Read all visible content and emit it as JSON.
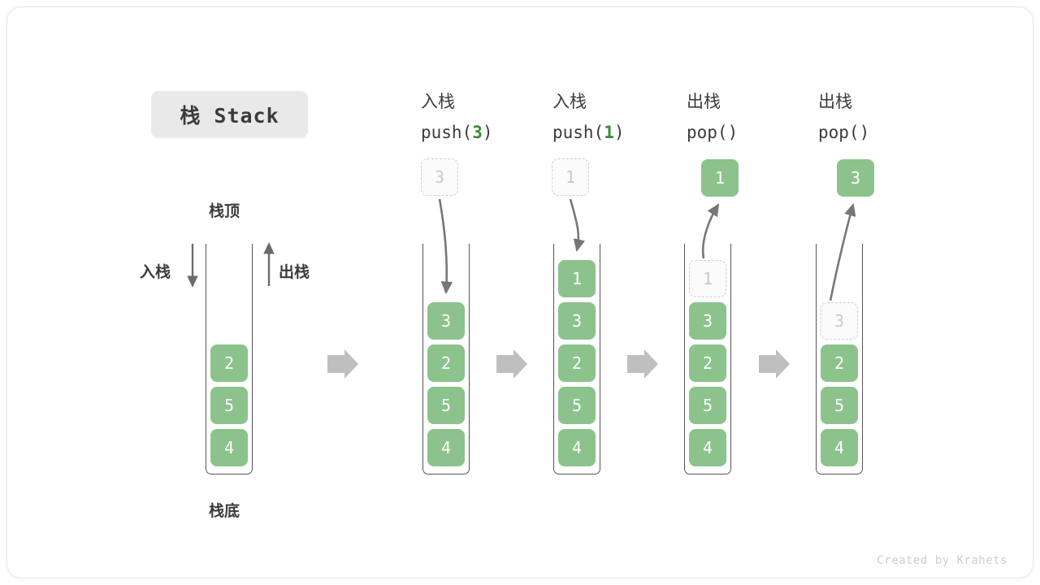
{
  "diagram": {
    "title": "栈 Stack",
    "footer": "Created by Krahets",
    "colors": {
      "element_fill": "#8cc38c",
      "element_text": "#ffffff",
      "ghost_border": "#cfcfcf",
      "ghost_text": "#c9c9c9",
      "accent_arg": "#3a8c3a",
      "container_line": "#555555",
      "flow_arrow": "#bfbfbf",
      "title_chip_bg": "#e9e9e9"
    },
    "annotations": {
      "top_label": "栈顶",
      "bottom_label": "栈底",
      "push_label": "入栈",
      "pop_label": "出栈"
    },
    "columns": [
      {
        "id": "initial",
        "heading_cn": "",
        "heading_code_prefix": "",
        "heading_code_arg": "",
        "heading_code_suffix": "",
        "floating": null,
        "cells": [
          {
            "value": "2",
            "state": "filled"
          },
          {
            "value": "5",
            "state": "filled"
          },
          {
            "value": "4",
            "state": "filled"
          }
        ]
      },
      {
        "id": "push-3",
        "heading_cn": "入栈",
        "heading_code_prefix": "push(",
        "heading_code_arg": "3",
        "heading_code_suffix": ")",
        "floating": {
          "value": "3",
          "state": "ghost",
          "position": "above"
        },
        "cells": [
          {
            "value": "3",
            "state": "filled"
          },
          {
            "value": "2",
            "state": "filled"
          },
          {
            "value": "5",
            "state": "filled"
          },
          {
            "value": "4",
            "state": "filled"
          }
        ]
      },
      {
        "id": "push-1",
        "heading_cn": "入栈",
        "heading_code_prefix": "push(",
        "heading_code_arg": "1",
        "heading_code_suffix": ")",
        "floating": {
          "value": "1",
          "state": "ghost",
          "position": "above"
        },
        "cells": [
          {
            "value": "1",
            "state": "filled"
          },
          {
            "value": "3",
            "state": "filled"
          },
          {
            "value": "2",
            "state": "filled"
          },
          {
            "value": "5",
            "state": "filled"
          },
          {
            "value": "4",
            "state": "filled"
          }
        ]
      },
      {
        "id": "pop-1",
        "heading_cn": "出栈",
        "heading_code_prefix": "pop(",
        "heading_code_arg": "",
        "heading_code_suffix": ")",
        "floating": {
          "value": "1",
          "state": "filled",
          "position": "above"
        },
        "cells": [
          {
            "value": "1",
            "state": "ghost"
          },
          {
            "value": "3",
            "state": "filled"
          },
          {
            "value": "2",
            "state": "filled"
          },
          {
            "value": "5",
            "state": "filled"
          },
          {
            "value": "4",
            "state": "filled"
          }
        ]
      },
      {
        "id": "pop-3",
        "heading_cn": "出栈",
        "heading_code_prefix": "pop(",
        "heading_code_arg": "",
        "heading_code_suffix": ")",
        "floating": {
          "value": "3",
          "state": "filled",
          "position": "above"
        },
        "cells": [
          {
            "value": "3",
            "state": "ghost"
          },
          {
            "value": "2",
            "state": "filled"
          },
          {
            "value": "5",
            "state": "filled"
          },
          {
            "value": "4",
            "state": "filled"
          }
        ]
      }
    ],
    "flow_arrows": 4
  }
}
